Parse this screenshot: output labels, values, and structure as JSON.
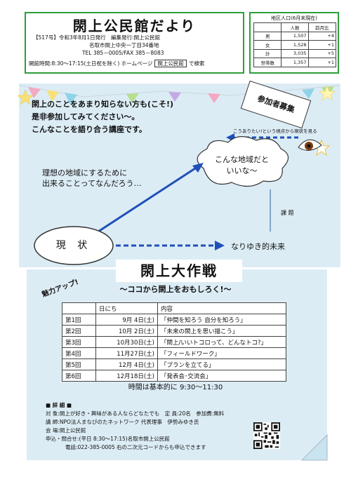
{
  "header": {
    "title": "閖上公民館だより",
    "issue": "【517号】令和3年8月1日発行　編集発行:閖上公民館",
    "address": "名取市閖上中央一丁目34番地",
    "phone": "TEL 385－0005/FAX 385－8083",
    "hours": "開館時間:8:30～17:15(土日祝を除く)",
    "homepage_label": "ホームページ",
    "homepage_box": "閖上公民館",
    "search_label": "で検索"
  },
  "population": {
    "title": "地区人口(6月末現在)",
    "headers": [
      "",
      "人数",
      "前月比"
    ],
    "rows": [
      {
        "label": "男",
        "count": "1,507",
        "diff": "+4"
      },
      {
        "label": "女",
        "count": "1,528",
        "diff": "+1"
      },
      {
        "label": "計",
        "count": "3,035",
        "diff": "+5"
      },
      {
        "label": "世帯数",
        "count": "1,357",
        "diff": "+1"
      }
    ]
  },
  "intro": {
    "line1": "閖上のことをあまり知らない方も(こそ!)",
    "line2": "是非参加してみてください～。",
    "line3": "こんなことを語り合う講座です。"
  },
  "recruit_tag": "参加者募集",
  "perspective_note": "こうありたい!という視点から現状を見る",
  "ideal_question": {
    "line1": "理想の地域にするために",
    "line2": "出来ることってなんだろう…"
  },
  "cloud": {
    "line1": "こんな地域だと",
    "line2": "いいな～"
  },
  "kadai_label": "課 題",
  "genjo_label": "現 状",
  "nariyuki_label": "なりゆき的未来",
  "program": {
    "title": "閖上大作戦",
    "subtitle": "～ココから閖上をおもしろく!～",
    "miryoku": "魅力アップ!",
    "table_headers": [
      "",
      "日にち",
      "内容"
    ],
    "sessions": [
      {
        "no": "第1回",
        "date": "9月 4日(土)",
        "content": "「仲間を知ろう 自分を知ろう」"
      },
      {
        "no": "第2回",
        "date": "10月 2日(土)",
        "content": "「未来の閖上を思い描こう」"
      },
      {
        "no": "第3回",
        "date": "10月30日(土)",
        "content": "「閖上/いいトコロって、どんなトコ?」"
      },
      {
        "no": "第4回",
        "date": "11月27日(土)",
        "content": "「フィールドワーク」"
      },
      {
        "no": "第5回",
        "date": "12月 4日(土)",
        "content": "「プランを立てる」"
      },
      {
        "no": "第6回",
        "date": "12月18日(土)",
        "content": "「発表会･交流会」"
      }
    ],
    "time": "時間は基本的に 9:30～11:30"
  },
  "details": {
    "heading": "■ 詳 細 ■",
    "target": "対 象:閖上が好き・興味がある人ならどなたでも　定 員:20名　参加費:無料",
    "lecturer": "講 師:NPO法人まなびのたネットワーク 代表理事　伊勢みゆき氏",
    "venue": "会 場:閖上公民館",
    "contact": "申込・問合せ:(平日 8:30～17:15)名取市閖上公民館",
    "phone": "電話:022-385-0005 右の二次元コードからも申込できます"
  },
  "colors": {
    "frame_green": "#2e9e3b",
    "panel_blue": "#dcecf5",
    "arrow_blue": "#1f4fb8",
    "pennant_colors": [
      "#f4a9c2",
      "#f7e07a",
      "#8fd3e8",
      "#b7e08e",
      "#c6a8e6"
    ]
  }
}
